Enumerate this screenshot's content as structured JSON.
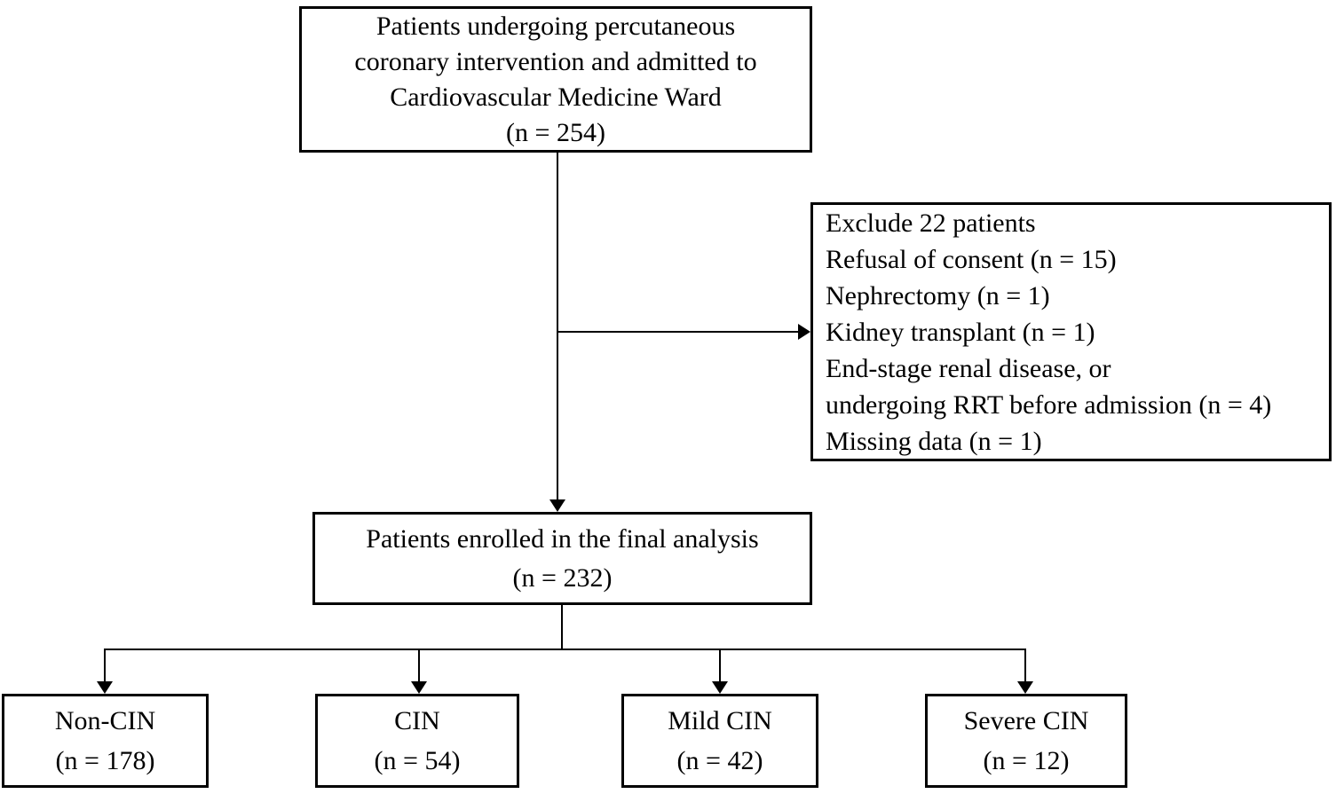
{
  "diagram": {
    "title": "Patient enrollment flowchart",
    "colors": {
      "box_border": "#000000",
      "box_background": "#ffffff",
      "text": "#000000",
      "connector": "#000000"
    },
    "boxes": {
      "source": {
        "lines": [
          "Patients undergoing percutaneous",
          "coronary intervention and admitted to",
          "Cardiovascular Medicine Ward",
          "(n = 254)"
        ],
        "n": 254
      },
      "exclusion": {
        "lines": [
          "Exclude 22 patients",
          "Refusal of consent (n = 15)",
          "Nephrectomy (n = 1)",
          "Kidney transplant (n = 1)",
          "End-stage renal disease, or",
          "undergoing RRT before admission (n = 4)",
          "Missing data (n = 1)"
        ],
        "n_excluded": 22
      },
      "enrolled": {
        "lines": [
          "Patients enrolled in the final analysis",
          "(n = 232)"
        ],
        "n": 232
      },
      "non_cin": {
        "lines": [
          "Non-CIN",
          "(n = 178)"
        ],
        "n": 178
      },
      "cin": {
        "lines": [
          "CIN",
          "(n = 54)"
        ],
        "n": 54
      },
      "mild_cin": {
        "lines": [
          "Mild CIN",
          "(n = 42)"
        ],
        "n": 42
      },
      "severe_cin": {
        "lines": [
          "Severe CIN",
          "(n = 12)"
        ],
        "n": 12
      }
    }
  }
}
